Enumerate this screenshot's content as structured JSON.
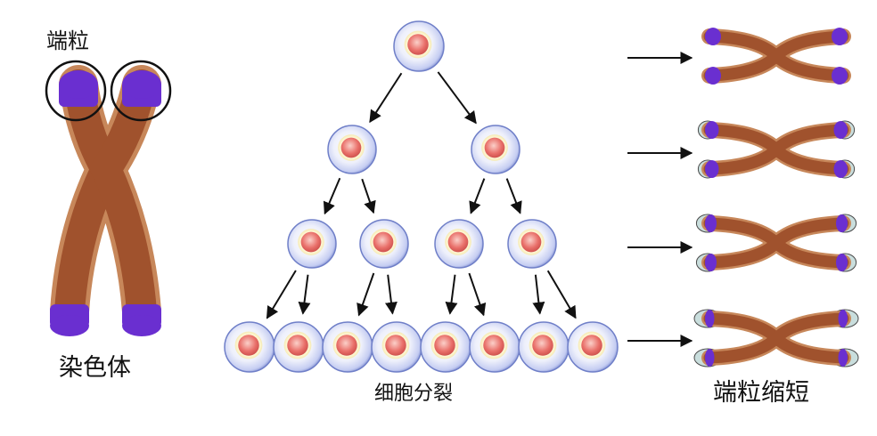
{
  "labels": {
    "telomere": "端粒",
    "chromosome": "染色体",
    "cell_division": "细胞分裂",
    "telomere_shortening": "端粒缩短"
  },
  "colors": {
    "chromosome_body": "#a0522d",
    "chromosome_outline": "#c7875a",
    "telomere_cap": "#6a2fd0",
    "lost_telomere": "#c9dedd",
    "cell_membrane": "#c5cdf2",
    "cell_nucleus": "#e9706a",
    "arrow": "#111111"
  },
  "figure": {
    "division_levels_cell_counts": [
      1,
      2,
      4,
      8
    ],
    "shortening_stages": 4
  }
}
